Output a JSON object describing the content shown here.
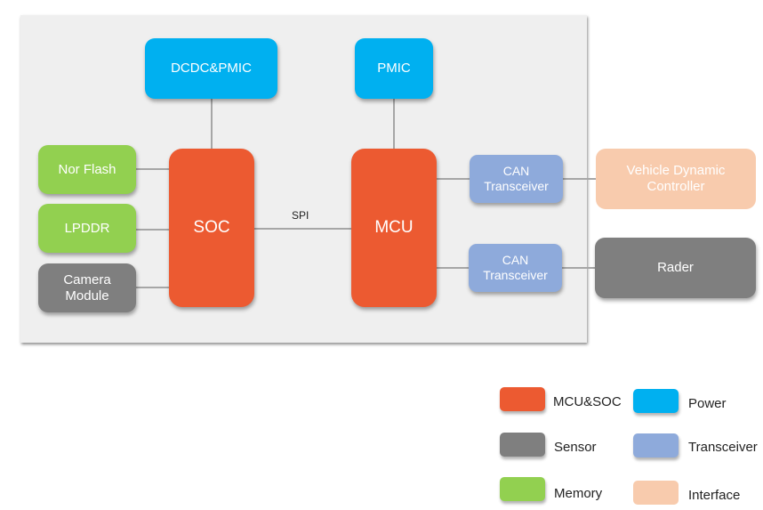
{
  "diagram": {
    "blocks": {
      "dcdc_pmic": {
        "label": "DCDC&PMIC",
        "category": "Power"
      },
      "pmic": {
        "label": "PMIC",
        "category": "Power"
      },
      "nor_flash": {
        "label": "Nor Flash",
        "category": "Memory"
      },
      "lpddr": {
        "label": "LPDDR",
        "category": "Memory"
      },
      "camera": {
        "label_line1": "Camera",
        "label_line2": "Module",
        "category": "Sensor"
      },
      "soc": {
        "label": "SOC",
        "category": "MCU&SOC"
      },
      "mcu": {
        "label": "MCU",
        "category": "MCU&SOC"
      },
      "can1": {
        "label_line1": "CAN",
        "label_line2": "Transceiver",
        "category": "Transceiver"
      },
      "can2": {
        "label_line1": "CAN",
        "label_line2": "Transceiver",
        "category": "Transceiver"
      },
      "vdc": {
        "label_line1": "Vehicle Dynamic",
        "label_line2": "Controller",
        "category": "Interface"
      },
      "rader": {
        "label": "Rader",
        "category": "Sensor"
      }
    },
    "connections": [
      {
        "from": "DCDC&PMIC",
        "to": "SOC"
      },
      {
        "from": "PMIC",
        "to": "MCU"
      },
      {
        "from": "Nor Flash",
        "to": "SOC"
      },
      {
        "from": "LPDDR",
        "to": "SOC"
      },
      {
        "from": "Camera Module",
        "to": "SOC"
      },
      {
        "from": "SOC",
        "to": "MCU",
        "label": "SPI"
      },
      {
        "from": "MCU",
        "to": "CAN Transceiver 1"
      },
      {
        "from": "MCU",
        "to": "CAN Transceiver 2"
      },
      {
        "from": "CAN Transceiver 1",
        "to": "Vehicle Dynamic Controller"
      },
      {
        "from": "CAN Transceiver 2",
        "to": "Rader"
      }
    ],
    "spi_label": "SPI"
  },
  "legend": {
    "items": [
      {
        "label": "MCU&SOC",
        "color": "#ec5a31"
      },
      {
        "label": "Power",
        "color": "#00b0f0"
      },
      {
        "label": "Sensor",
        "color": "#7f7f7f"
      },
      {
        "label": "Transceiver",
        "color": "#8eaadb"
      },
      {
        "label": "Memory",
        "color": "#92d050"
      },
      {
        "label": "Interface",
        "color": "#f8cbad"
      }
    ]
  }
}
